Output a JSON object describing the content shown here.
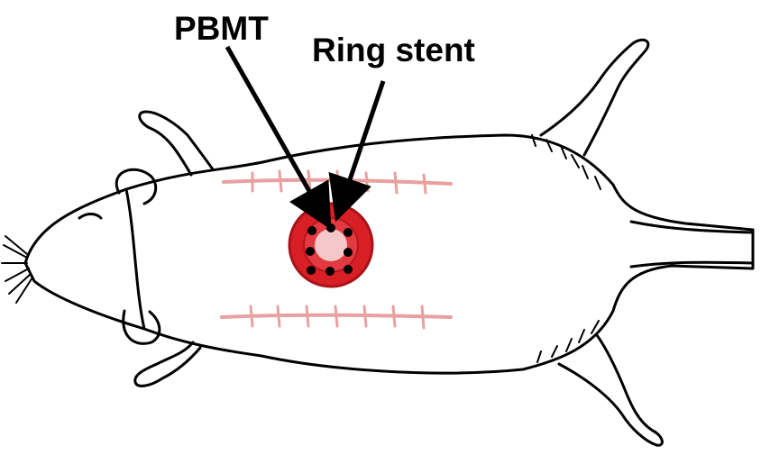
{
  "labels": {
    "pbmt": "PBMT",
    "ring_stent": "Ring stent"
  },
  "colors": {
    "outline": "#000000",
    "background": "#ffffff",
    "implant_red": "#d91f26",
    "implant_dark": "#a8121a",
    "suture_pink": "#e9a0a0",
    "dot": "#000000"
  },
  "figure": {
    "subject": "rat-dorsal-view-outline",
    "incisions": 2,
    "implant_dots": 8
  }
}
